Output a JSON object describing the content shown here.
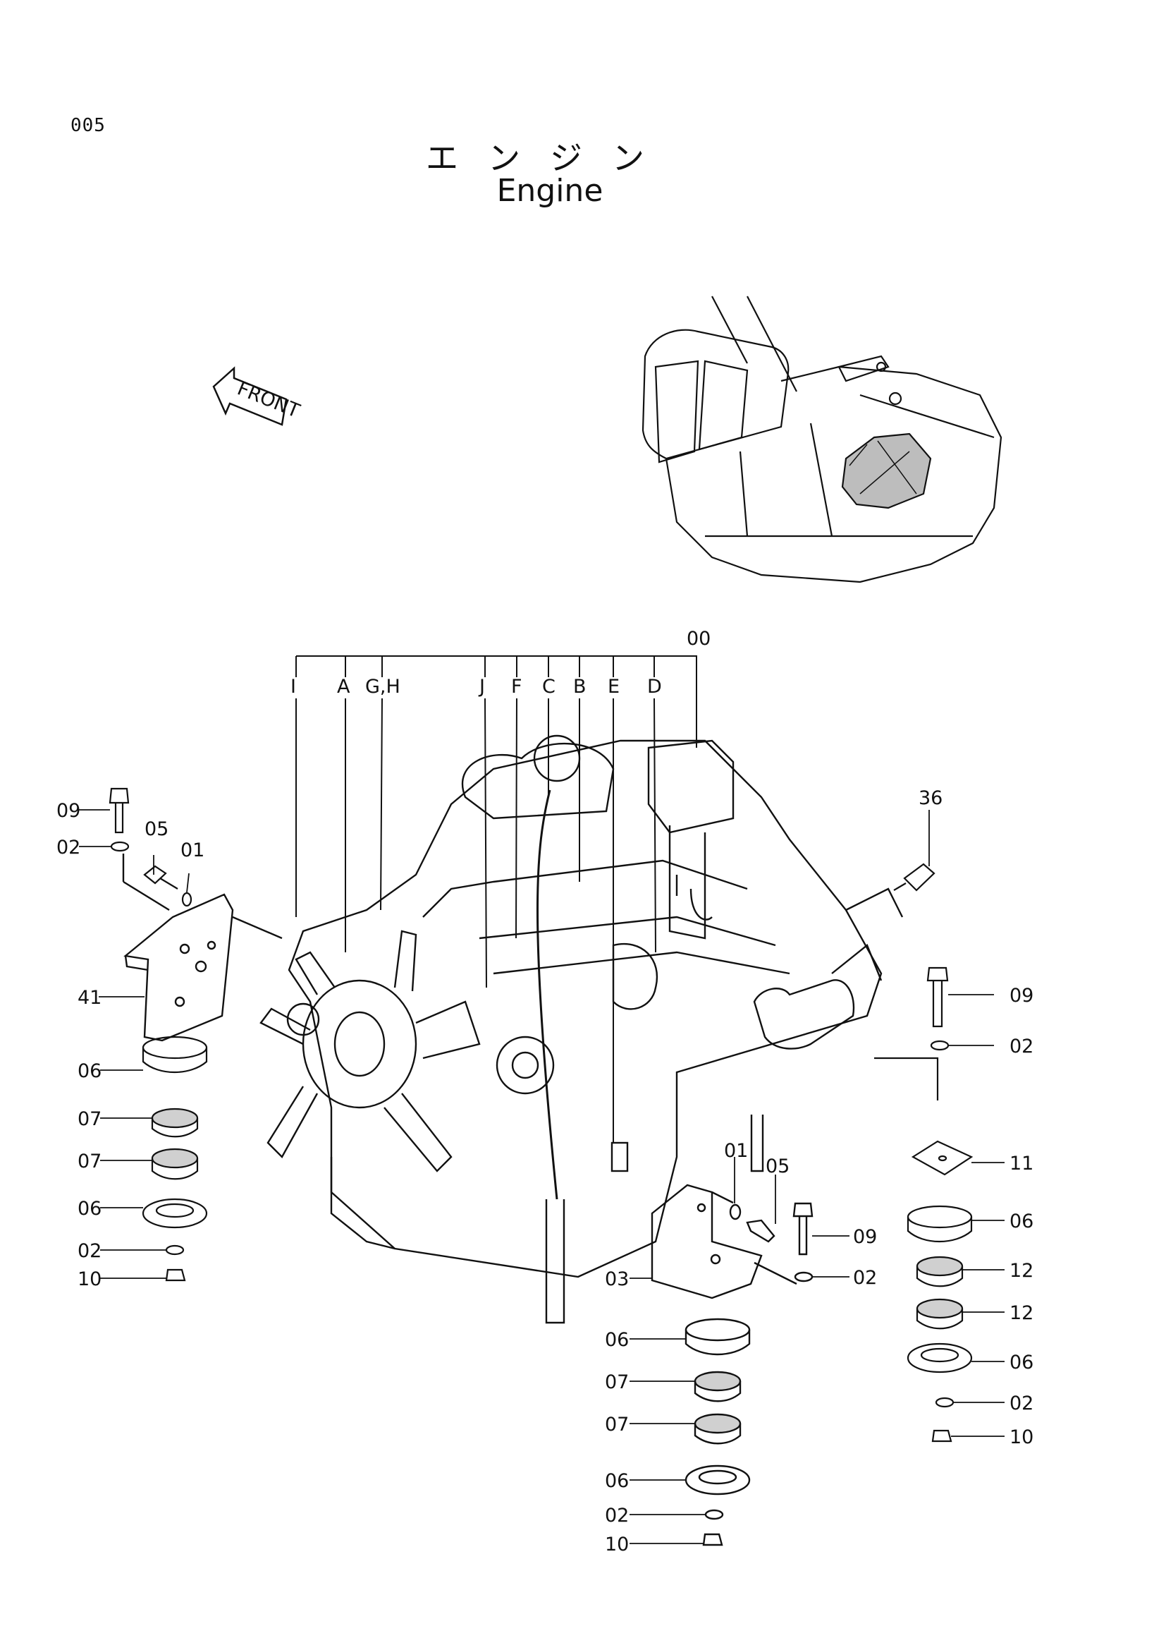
{
  "page": {
    "number": "005",
    "title_jp": "エンジン",
    "title_en": "Engine"
  },
  "front_arrow": {
    "label": "FRONT"
  },
  "engine_letters": [
    "I",
    "A",
    "G,H",
    "J",
    "F",
    "C",
    "B",
    "E",
    "D"
  ],
  "callouts": {
    "assembly": "00",
    "left_mount": [
      "09",
      "02",
      "05",
      "01",
      "41",
      "06",
      "07",
      "07",
      "06",
      "02",
      "10"
    ],
    "right_upper": [
      "36",
      "09",
      "02",
      "11"
    ],
    "right_lower": [
      "06",
      "12",
      "12",
      "06",
      "02",
      "10"
    ],
    "center_bracket": [
      "01",
      "05",
      "09",
      "03",
      "02"
    ],
    "center_stack": [
      "06",
      "07",
      "07",
      "06",
      "02",
      "10"
    ]
  }
}
